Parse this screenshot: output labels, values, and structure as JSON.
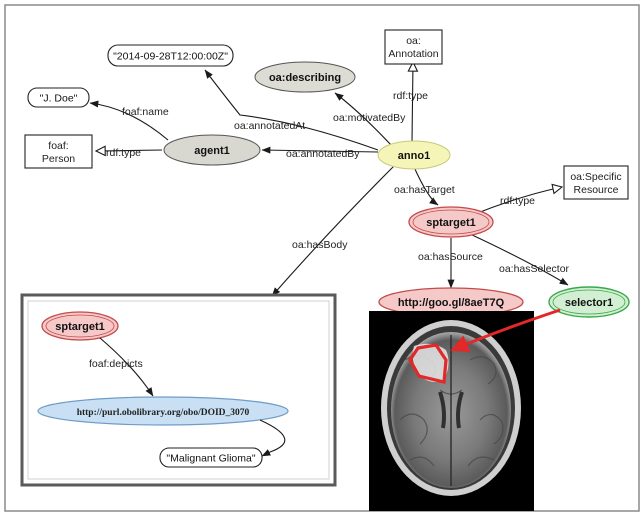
{
  "nodes": {
    "date_literal": "\"2014-09-28T12:00:00Z\"",
    "oa_describing": "oa:describing",
    "oa_annotation": [
      "oa:",
      "Annotation"
    ],
    "doe_literal": "\"J. Doe\"",
    "foaf_person": [
      "foaf:",
      "Person"
    ],
    "agent1": "agent1",
    "anno1": "anno1",
    "oa_specific_resource": [
      "oa:Specific",
      "Resource"
    ],
    "sptarget1": "sptarget1",
    "source_url": "http://goo.gl/8aeT7Q",
    "selector1": "selector1",
    "body_sptarget1": "sptarget1",
    "doid_url": "http://purl.obolibrary.org/obo/DOID_3070",
    "glioma_literal": "\"Malignant Glioma\""
  },
  "edges": {
    "foaf_name": "foaf:name",
    "anno_annotated_at": "oa:annotatedAt",
    "anno_motivated_by": "oa:motivatedBy",
    "anno_rdf_type": "rdf:type",
    "agent_rdf_type": "rdf:type",
    "anno_annotated_by": "oa:annotatedBy",
    "anno_has_target": "oa:hasTarget",
    "sptarget_rdf_type": "rdf:type",
    "anno_has_body": "oa:hasBody",
    "sptarget_has_source": "oa:hasSource",
    "sptarget_has_selector": "oa:hasSelector",
    "foaf_depicts": "foaf:depicts"
  },
  "colors": {
    "anno_fill": "#f5f5b8",
    "agent_fill": "#d8d8d0",
    "describing_fill": "#dcdcd4",
    "target_fill": "#f6c9c9",
    "target_stroke": "#c44a4a",
    "selector_fill": "#d3efd3",
    "selector_stroke": "#3aa84a",
    "doid_fill": "#c9e0f4",
    "doid_stroke": "#6f9cc8",
    "selector_region": "#e22828"
  }
}
